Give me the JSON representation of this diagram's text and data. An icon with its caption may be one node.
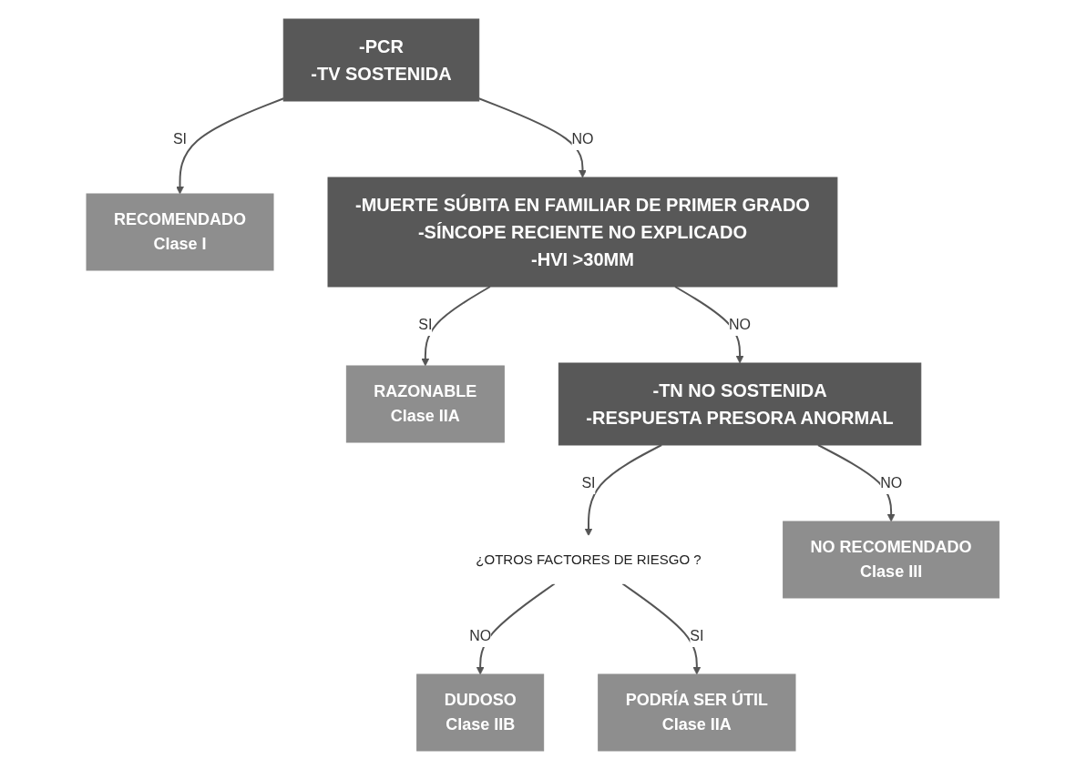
{
  "diagram": {
    "nodes": [
      {
        "text": [
          "-PCR",
          "-TV SOSTENIDA"
        ]
      },
      {
        "text": [
          "RECOMENDADO",
          "Clase I"
        ]
      },
      {
        "text": [
          "-MUERTE SÚBITA EN FAMILIAR DE PRIMER GRADO",
          "-SÍNCOPE RECIENTE NO EXPLICADO",
          "-HVI >30MM"
        ]
      },
      {
        "text": [
          "RAZONABLE",
          "Clase IIA"
        ]
      },
      {
        "text": [
          "-TN NO SOSTENIDA",
          "-RESPUESTA PRESORA ANORMAL"
        ]
      },
      {
        "text": [
          "¿OTROS FACTORES DE RIESGO ?"
        ]
      },
      {
        "text": [
          "NO RECOMENDADO",
          "Clase III"
        ]
      },
      {
        "text": [
          "DUDOSO",
          "Clase IIB"
        ]
      },
      {
        "text": [
          "PODRÍA SER ÚTIL",
          "Clase IIA"
        ]
      }
    ],
    "edges": [
      {
        "from": 0,
        "to": 1,
        "arrow": "to",
        "label": "SI"
      },
      {
        "from": 0,
        "to": 2,
        "arrow": "to",
        "label": "NO"
      },
      {
        "from": 2,
        "to": 3,
        "arrow": "to",
        "label": "SI"
      },
      {
        "from": 2,
        "to": 4,
        "arrow": "to",
        "label": "NO"
      },
      {
        "from": 4,
        "to": 5,
        "arrow": "to",
        "label": "SI"
      },
      {
        "from": 4,
        "to": 6,
        "arrow": "to",
        "label": "NO"
      },
      {
        "from": 5,
        "to": 7,
        "arrow": "to",
        "label": "NO"
      },
      {
        "from": 5,
        "to": 8,
        "arrow": "to",
        "label": "SI"
      }
    ]
  }
}
